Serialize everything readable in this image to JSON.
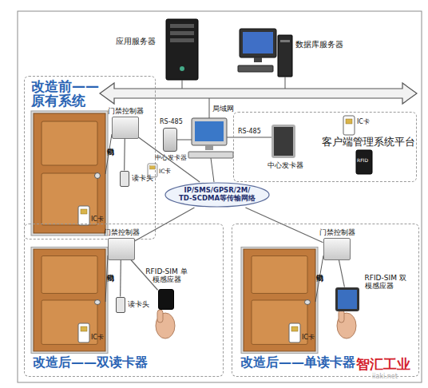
{
  "diagram": {
    "nodes": [
      {
        "text": [
          "应用服务器"
        ]
      },
      {
        "text": [
          "数据库服务器"
        ]
      },
      {
        "text": [
          "改造前—— 原有系统"
        ]
      },
      {
        "text": [
          "门禁控制器"
        ],
        "in": 2
      },
      {
        "text": [
          "读卡头"
        ],
        "in": 2
      },
      {
        "text": [
          "中心发卡器"
        ]
      },
      {
        "text": [
          "客户端管理系统平台"
        ]
      },
      {
        "text": [
          "中心发卡器"
        ],
        "in": 6
      },
      {
        "text": [
          "IP/SMS/GPSR/2M/ TD-SCDMA等传输网络"
        ]
      },
      {
        "text": [
          "改造后——双读卡器"
        ]
      },
      {
        "text": [
          "门禁控制器"
        ],
        "in": 9
      },
      {
        "text": [
          "读卡头"
        ],
        "in": 9
      },
      {
        "text": [
          "RFID-SIM 单模感应器"
        ],
        "in": 9
      },
      {
        "text": [
          "改造后——单读卡器"
        ]
      },
      {
        "text": [
          "门禁控制器"
        ],
        "in": 13
      },
      {
        "text": [
          "RFID-SIM 双模感应器"
        ],
        "in": 13
      }
    ],
    "edges": [
      {
        "from": 8,
        "to": 3,
        "arrow": "none"
      },
      {
        "from": 3,
        "to": 4,
        "arrow": "none"
      },
      {
        "from": 8,
        "to": 10,
        "arrow": "none"
      },
      {
        "from": 10,
        "to": 11,
        "arrow": "none"
      },
      {
        "from": 10,
        "to": 12,
        "arrow": "none"
      },
      {
        "from": 8,
        "to": 14,
        "arrow": "none"
      },
      {
        "from": 14,
        "to": 15,
        "arrow": "none"
      }
    ],
    "labels": [
      "局域网",
      "RS-485",
      "IC卡",
      "电动门锁",
      "IC卡",
      "RS-485",
      "IC卡",
      "RFID",
      "电动门锁",
      "IC卡",
      "电动门锁",
      "IC卡",
      "智汇工业",
      "iiaki.net"
    ]
  }
}
